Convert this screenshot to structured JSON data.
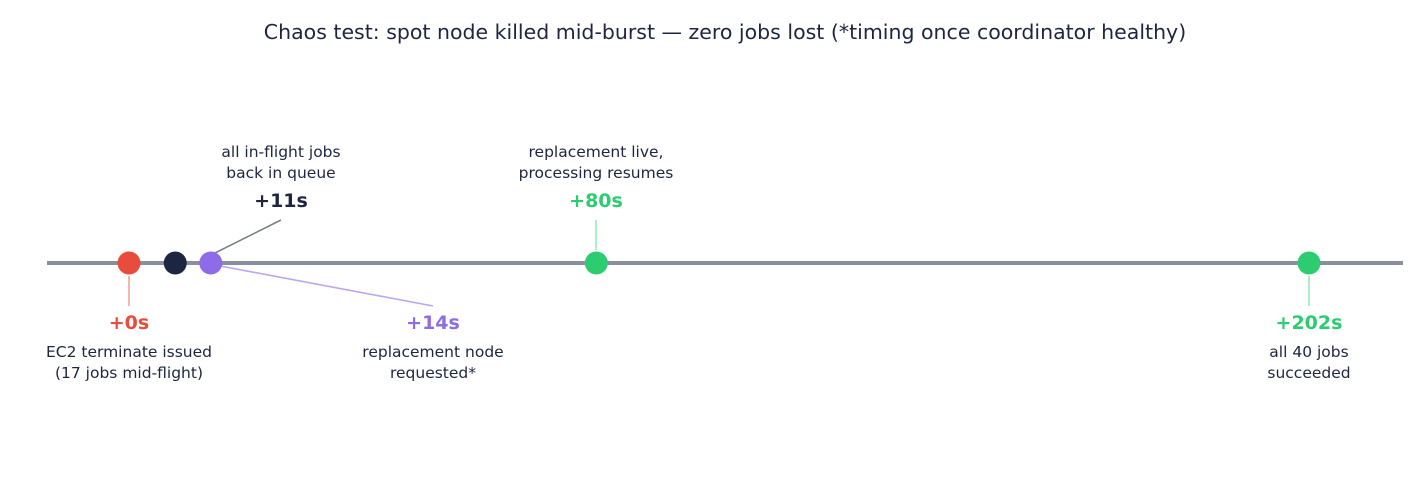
{
  "title": "Chaos test: spot node killed mid-burst — zero jobs lost  (*timing once coordinator healthy)",
  "colors": {
    "axis": "#8a8fa0",
    "red": "#e74c3c",
    "navy": "#1e2540",
    "purple": "#8e6be8",
    "green": "#2ecc71"
  },
  "chart_data": {
    "type": "timeline",
    "unit": "s",
    "events": [
      {
        "t": 0,
        "time_label": "+0s",
        "label_lines": [
          "EC2 terminate issued",
          "(17 jobs mid-flight)"
        ],
        "color": "#e74c3c",
        "side": "below"
      },
      {
        "t": 11,
        "time_label": "+11s",
        "label_lines": [
          "all in-flight jobs",
          "back in queue"
        ],
        "color": "#1e2540",
        "side": "above"
      },
      {
        "t": 14,
        "time_label": "+14s",
        "label_lines": [
          "replacement node",
          "requested*"
        ],
        "color": "#8e6be8",
        "side": "below"
      },
      {
        "t": 80,
        "time_label": "+80s",
        "label_lines": [
          "replacement live,",
          "processing resumes"
        ],
        "color": "#2ecc71",
        "side": "above"
      },
      {
        "t": 202,
        "time_label": "+202s",
        "label_lines": [
          "all 40 jobs",
          "succeeded"
        ],
        "color": "#2ecc71",
        "side": "below"
      }
    ]
  }
}
